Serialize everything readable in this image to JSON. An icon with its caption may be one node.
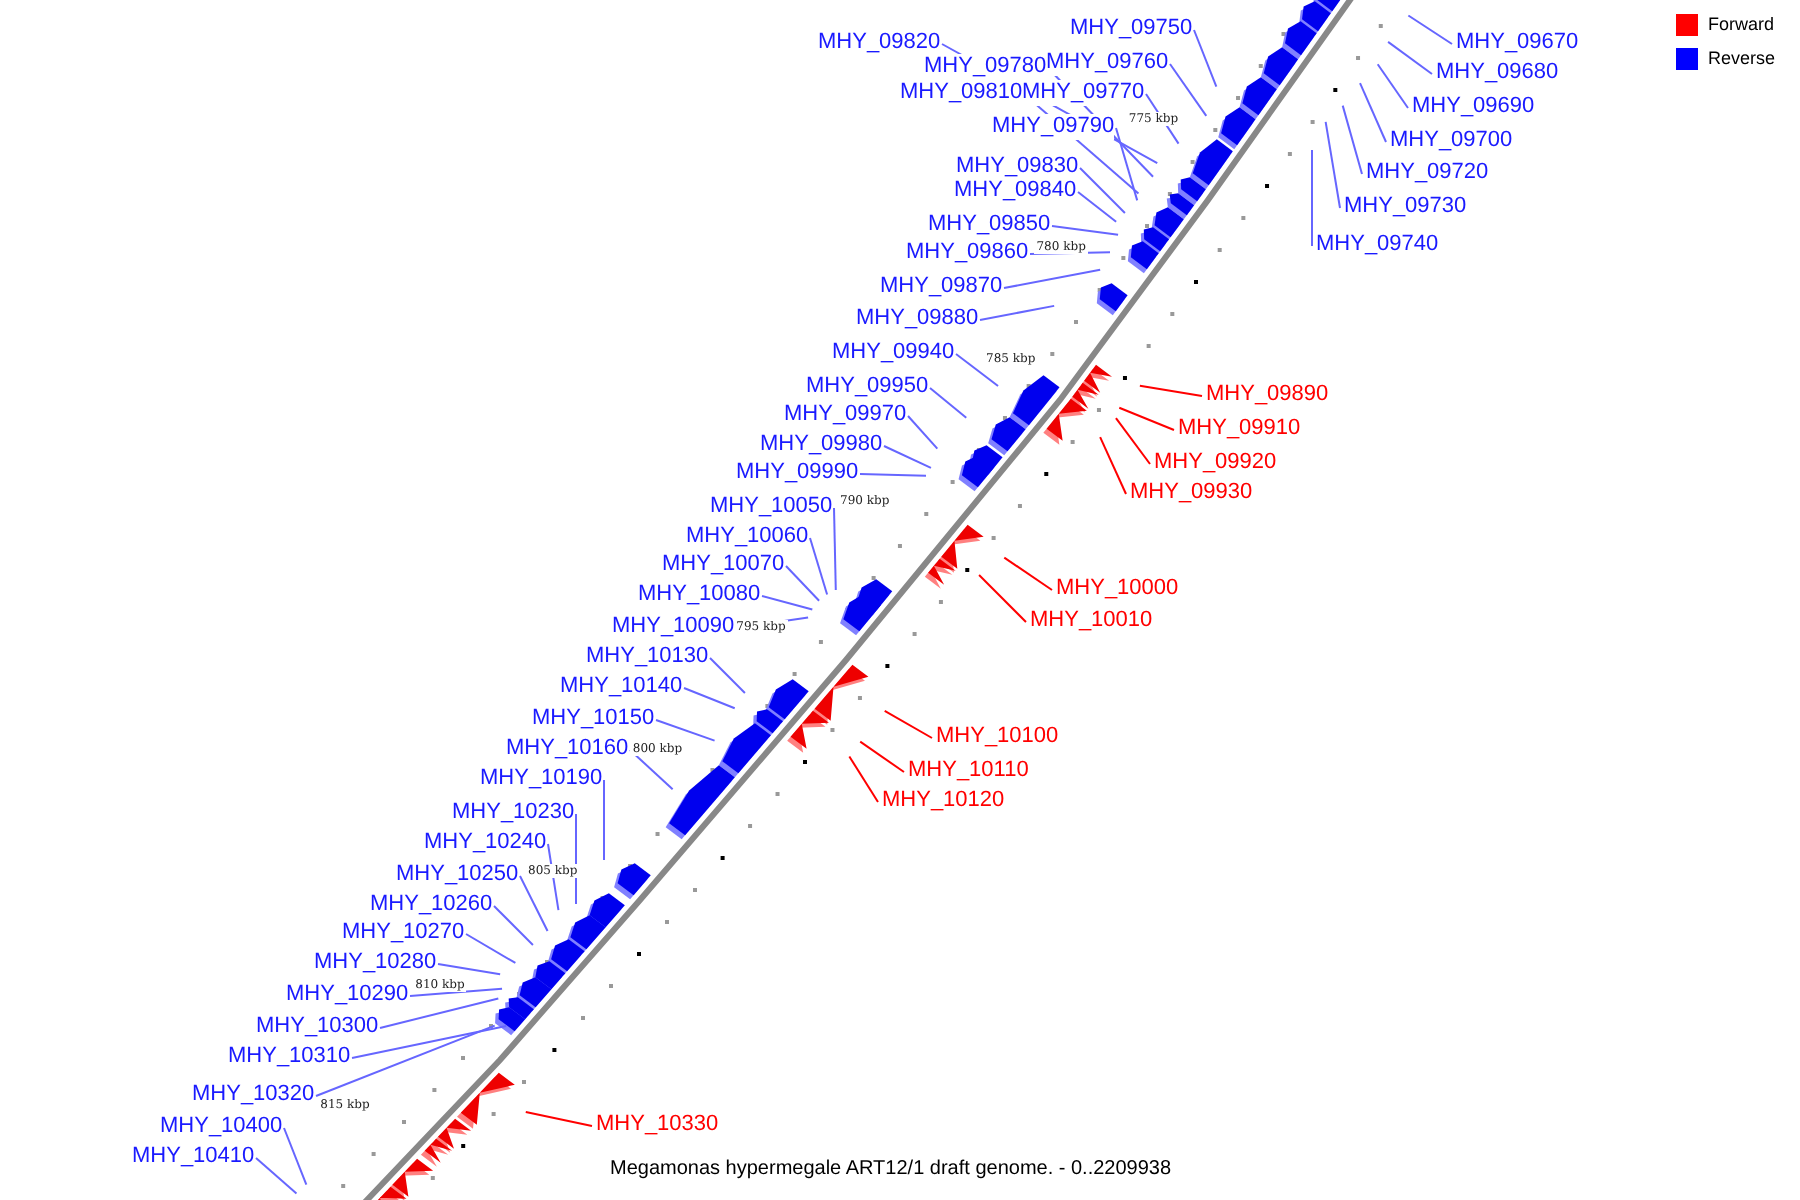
{
  "diagram": {
    "caption": "Megamonas hypermegale ART12/1 draft genome. - 0..2209938",
    "nodes": [
      {
        "text": [
          "MHY_09750"
        ]
      },
      {
        "text": [
          "MHY_09760"
        ]
      },
      {
        "text": [
          "MHY_09820"
        ]
      },
      {
        "text": [
          "MHY_09780"
        ]
      },
      {
        "text": [
          "MHY_09810"
        ]
      },
      {
        "text": [
          "MHY_09770"
        ]
      },
      {
        "text": [
          "MHY_09790"
        ]
      },
      {
        "text": [
          "MHY_09830"
        ]
      },
      {
        "text": [
          "MHY_09840"
        ]
      },
      {
        "text": [
          "MHY_09850"
        ]
      },
      {
        "text": [
          "MHY_09860"
        ]
      },
      {
        "text": [
          "MHY_09870"
        ]
      },
      {
        "text": [
          "MHY_09880"
        ]
      },
      {
        "text": [
          "MHY_09940"
        ]
      },
      {
        "text": [
          "MHY_09950"
        ]
      },
      {
        "text": [
          "MHY_09970"
        ]
      },
      {
        "text": [
          "MHY_09980"
        ]
      },
      {
        "text": [
          "MHY_09990"
        ]
      },
      {
        "text": [
          "MHY_10050"
        ]
      },
      {
        "text": [
          "MHY_10060"
        ]
      },
      {
        "text": [
          "MHY_10070"
        ]
      },
      {
        "text": [
          "MHY_10080"
        ]
      },
      {
        "text": [
          "MHY_10090"
        ]
      },
      {
        "text": [
          "MHY_10130"
        ]
      },
      {
        "text": [
          "MHY_10140"
        ]
      },
      {
        "text": [
          "MHY_10150"
        ]
      },
      {
        "text": [
          "MHY_10160"
        ]
      },
      {
        "text": [
          "MHY_10190"
        ]
      },
      {
        "text": [
          "MHY_10230"
        ]
      },
      {
        "text": [
          "MHY_10240"
        ]
      },
      {
        "text": [
          "MHY_10250"
        ]
      },
      {
        "text": [
          "MHY_10260"
        ]
      },
      {
        "text": [
          "MHY_10270"
        ]
      },
      {
        "text": [
          "MHY_10280"
        ]
      },
      {
        "text": [
          "MHY_10290"
        ]
      },
      {
        "text": [
          "MHY_10300"
        ]
      },
      {
        "text": [
          "MHY_10310"
        ]
      },
      {
        "text": [
          "MHY_10320"
        ]
      },
      {
        "text": [
          "MHY_10400"
        ]
      },
      {
        "text": [
          "MHY_10410"
        ]
      },
      {
        "text": [
          "MHY_09670"
        ]
      },
      {
        "text": [
          "MHY_09680"
        ]
      },
      {
        "text": [
          "MHY_09690"
        ]
      },
      {
        "text": [
          "MHY_09700"
        ]
      },
      {
        "text": [
          "MHY_09720"
        ]
      },
      {
        "text": [
          "MHY_09730"
        ]
      },
      {
        "text": [
          "MHY_09740"
        ]
      },
      {
        "text": [
          "MHY_09890"
        ]
      },
      {
        "text": [
          "MHY_09910"
        ]
      },
      {
        "text": [
          "MHY_09920"
        ]
      },
      {
        "text": [
          "MHY_09930"
        ]
      },
      {
        "text": [
          "MHY_10000"
        ]
      },
      {
        "text": [
          "MHY_10010"
        ]
      },
      {
        "text": [
          "MHY_10100"
        ]
      },
      {
        "text": [
          "MHY_10110"
        ]
      },
      {
        "text": [
          "MHY_10120"
        ]
      },
      {
        "text": [
          "MHY_10330"
        ]
      }
    ],
    "edges": [
      {
        "from": 0,
        "to": null,
        "arrow": "none"
      },
      {
        "from": 1,
        "to": null,
        "arrow": "none"
      },
      {
        "from": 2,
        "to": null,
        "arrow": "none"
      },
      {
        "from": 3,
        "to": null,
        "arrow": "none"
      },
      {
        "from": 4,
        "to": null,
        "arrow": "none"
      },
      {
        "from": 5,
        "to": null,
        "arrow": "none"
      },
      {
        "from": 6,
        "to": null,
        "arrow": "none"
      },
      {
        "from": 7,
        "to": null,
        "arrow": "none"
      },
      {
        "from": 8,
        "to": null,
        "arrow": "none"
      },
      {
        "from": 9,
        "to": null,
        "arrow": "none"
      },
      {
        "from": 10,
        "to": null,
        "arrow": "none"
      },
      {
        "from": 11,
        "to": null,
        "arrow": "none"
      },
      {
        "from": 12,
        "to": null,
        "arrow": "none"
      },
      {
        "from": 13,
        "to": null,
        "arrow": "none"
      },
      {
        "from": 14,
        "to": null,
        "arrow": "none"
      },
      {
        "from": 15,
        "to": null,
        "arrow": "none"
      },
      {
        "from": 16,
        "to": null,
        "arrow": "none"
      },
      {
        "from": 17,
        "to": null,
        "arrow": "none"
      },
      {
        "from": 18,
        "to": null,
        "arrow": "none"
      },
      {
        "from": 19,
        "to": null,
        "arrow": "none"
      },
      {
        "from": 20,
        "to": null,
        "arrow": "none"
      },
      {
        "from": 21,
        "to": null,
        "arrow": "none"
      },
      {
        "from": 22,
        "to": null,
        "arrow": "none"
      },
      {
        "from": 23,
        "to": null,
        "arrow": "none"
      },
      {
        "from": 24,
        "to": null,
        "arrow": "none"
      },
      {
        "from": 25,
        "to": null,
        "arrow": "none"
      },
      {
        "from": 26,
        "to": null,
        "arrow": "none"
      },
      {
        "from": 27,
        "to": null,
        "arrow": "none"
      },
      {
        "from": 28,
        "to": null,
        "arrow": "none"
      },
      {
        "from": 29,
        "to": null,
        "arrow": "none"
      },
      {
        "from": 30,
        "to": null,
        "arrow": "none"
      },
      {
        "from": 31,
        "to": null,
        "arrow": "none"
      },
      {
        "from": 32,
        "to": null,
        "arrow": "none"
      },
      {
        "from": 33,
        "to": null,
        "arrow": "none"
      },
      {
        "from": 34,
        "to": null,
        "arrow": "none"
      },
      {
        "from": 35,
        "to": null,
        "arrow": "none"
      },
      {
        "from": 36,
        "to": null,
        "arrow": "none"
      },
      {
        "from": 37,
        "to": null,
        "arrow": "none"
      },
      {
        "from": 38,
        "to": null,
        "arrow": "none"
      },
      {
        "from": 39,
        "to": null,
        "arrow": "none"
      },
      {
        "from": 40,
        "to": null,
        "arrow": "none"
      },
      {
        "from": 41,
        "to": null,
        "arrow": "none"
      },
      {
        "from": 42,
        "to": null,
        "arrow": "none"
      },
      {
        "from": 43,
        "to": null,
        "arrow": "none"
      },
      {
        "from": 44,
        "to": null,
        "arrow": "none"
      },
      {
        "from": 45,
        "to": null,
        "arrow": "none"
      },
      {
        "from": 46,
        "to": null,
        "arrow": "none"
      },
      {
        "from": 47,
        "to": null,
        "arrow": "none",
        "color": "#ff0000"
      },
      {
        "from": 48,
        "to": null,
        "arrow": "none",
        "color": "#ff0000"
      },
      {
        "from": 49,
        "to": null,
        "arrow": "none",
        "color": "#ff0000"
      },
      {
        "from": 50,
        "to": null,
        "arrow": "none",
        "color": "#ff0000"
      },
      {
        "from": 51,
        "to": null,
        "arrow": "none",
        "color": "#ff0000"
      },
      {
        "from": 52,
        "to": null,
        "arrow": "none",
        "color": "#ff0000"
      },
      {
        "from": 53,
        "to": null,
        "arrow": "none",
        "color": "#ff0000"
      },
      {
        "from": 54,
        "to": null,
        "arrow": "none",
        "color": "#ff0000"
      },
      {
        "from": 55,
        "to": null,
        "arrow": "none",
        "color": "#ff0000"
      },
      {
        "from": 56,
        "to": null,
        "arrow": "none",
        "color": "#ff0000"
      }
    ],
    "labels": [
      "775 kbp",
      "780 kbp",
      "785 kbp",
      "790 kbp",
      "795 kbp",
      "800 kbp",
      "805 kbp",
      "810 kbp",
      "815 kbp"
    ],
    "legend": [
      {
        "text": "Forward",
        "color": "#ff0000"
      },
      {
        "text": "Reverse",
        "color": "#0000ff"
      }
    ]
  }
}
